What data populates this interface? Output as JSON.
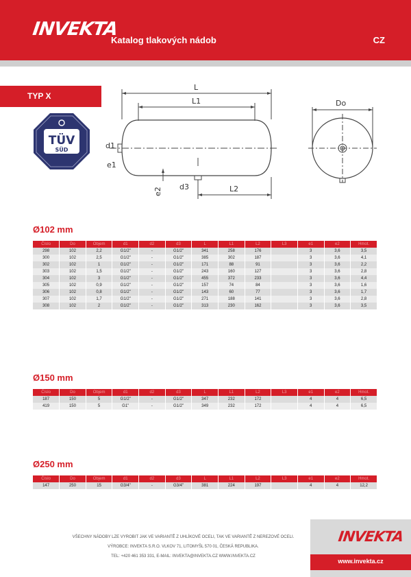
{
  "header": {
    "brand": "INVEKTA",
    "catalog_title": "Katalog tlakových nádob",
    "lang": "CZ"
  },
  "type_label": "TYP X",
  "certificate": {
    "mark": "TÜV",
    "sub": "SÜD"
  },
  "drawing": {
    "labels": {
      "L": "L",
      "L1": "L1",
      "L2": "L2",
      "Do": "Do",
      "d1": "d1",
      "d3": "d3",
      "e1": "e1",
      "e2": "e2"
    }
  },
  "columns": [
    "Číslo",
    "Do",
    "Objem",
    "d1",
    "d2",
    "d3",
    "L",
    "L1",
    "L2",
    "L3",
    "e1",
    "e2",
    "Hmot."
  ],
  "sections": [
    {
      "title": "Ø102 mm",
      "rows": [
        [
          "298",
          "102",
          "2,2",
          "G1/2\"",
          "-",
          "G1/2\"",
          "341",
          "258",
          "176",
          "",
          "3",
          "3,6",
          "3,5"
        ],
        [
          "300",
          "102",
          "2,5",
          "G1/2\"",
          "-",
          "G1/2\"",
          "385",
          "302",
          "187",
          "",
          "3",
          "3,6",
          "4,1"
        ],
        [
          "302",
          "102",
          "1",
          "G1/2\"",
          "-",
          "G1/2\"",
          "171",
          "88",
          "91",
          "",
          "3",
          "3,6",
          "2,2"
        ],
        [
          "303",
          "102",
          "1,5",
          "G1/2\"",
          "-",
          "G1/2\"",
          "243",
          "160",
          "127",
          "",
          "3",
          "3,6",
          "2,8"
        ],
        [
          "304",
          "102",
          "3",
          "G1/2\"",
          "-",
          "G1/2\"",
          "455",
          "372",
          "233",
          "",
          "3",
          "3,6",
          "4,4"
        ],
        [
          "305",
          "102",
          "0,9",
          "G1/2\"",
          "-",
          "G1/2\"",
          "157",
          "74",
          "84",
          "",
          "3",
          "3,6",
          "1,6"
        ],
        [
          "306",
          "102",
          "0,8",
          "G1/2\"",
          "-",
          "G1/2\"",
          "143",
          "60",
          "77",
          "",
          "3",
          "3,6",
          "1,7"
        ],
        [
          "307",
          "102",
          "1,7",
          "G1/2\"",
          "-",
          "G1/2\"",
          "271",
          "188",
          "141",
          "",
          "3",
          "3,6",
          "2,8"
        ],
        [
          "308",
          "102",
          "2",
          "G1/2\"",
          "-",
          "G1/2\"",
          "313",
          "230",
          "162",
          "",
          "3",
          "3,6",
          "3,5"
        ]
      ]
    },
    {
      "title": "Ø150 mm",
      "rows": [
        [
          "187",
          "150",
          "5",
          "G1/2\"",
          "-",
          "G1/2\"",
          "347",
          "232",
          "172",
          "",
          "4",
          "4",
          "6,5"
        ],
        [
          "419",
          "150",
          "5",
          "G1\"",
          "-",
          "G1/2\"",
          "349",
          "232",
          "172",
          "",
          "4",
          "4",
          "6,5"
        ]
      ]
    },
    {
      "title": "Ø250 mm",
      "rows": [
        [
          "147",
          "250",
          "15",
          "G3/4\"",
          "-",
          "G3/4\"",
          "381",
          "224",
          "197",
          "",
          "4",
          "4",
          "12,2"
        ]
      ]
    }
  ],
  "footer": {
    "line1": "VŠECHNY NÁDOBY LZE VYROBIT JAK VE VARIANTĚ Z UHLÍKOVÉ OCELI, TAK VE VARIANTĚ Z NEREZOVÉ OCELI.",
    "line2": "VÝROBCE: INVEKTA S.R.O. VLKOV 71, LITOMYŠL 570 01, ČESKÁ REPUBLIKA.",
    "line3": "TEL: +420 461 353 331, E-MAIL: INVEKTA@INVEKTA.CZ WWW.INVEKTA.CZ",
    "website": "www.invekta.cz"
  },
  "colors": {
    "brand_red": "#d51e28",
    "row_odd": "#dcdcdc",
    "row_even": "#ececec"
  }
}
